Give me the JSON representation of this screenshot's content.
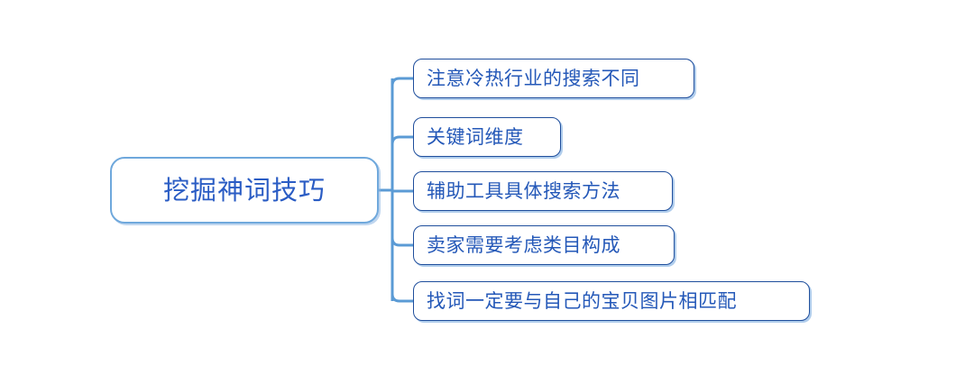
{
  "diagram": {
    "type": "mind-map",
    "title": "挖掘神词技巧",
    "background_color": "#FFFFFF",
    "root": {
      "label": "挖掘神词技巧",
      "text_color": "#2A5CC4",
      "border_color": "#6FA8DC"
    },
    "connector": {
      "trunk_color": "#5B9BD5",
      "stub_color": "#5B9BD5"
    },
    "branches": [
      {
        "label": "注意冷热行业的搜索不同",
        "text_color": "#2458B8",
        "border_color": "#1F4E9C"
      },
      {
        "label": "关键词维度",
        "text_color": "#2458B8",
        "border_color": "#1F4E9C"
      },
      {
        "label": "辅助工具具体搜索方法",
        "text_color": "#2458B8",
        "border_color": "#1F4E9C"
      },
      {
        "label": "卖家需要考虑类目构成",
        "text_color": "#2458B8",
        "border_color": "#1F4E9C"
      },
      {
        "label": "找词一定要与自己的宝贝图片相匹配",
        "text_color": "#2458B8",
        "border_color": "#1F4E9C"
      }
    ]
  }
}
